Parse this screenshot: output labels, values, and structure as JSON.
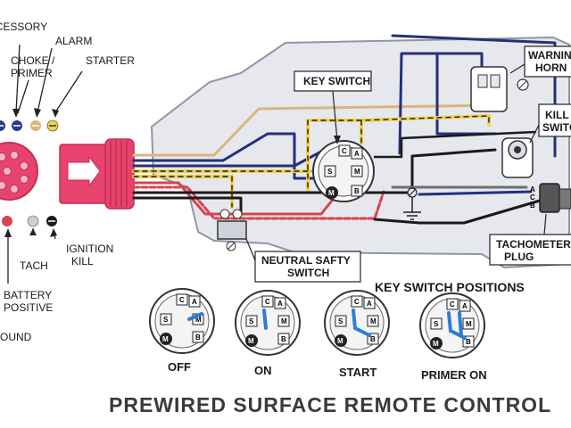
{
  "title": "PREWIRED SURFACE REMOTE CONTROL",
  "harness_labels": {
    "accessory": "ACCESSORY",
    "alarm": "ALARM",
    "choke_primer_1": "CHOKE /",
    "choke_primer_2": "PRIMER",
    "starter": "STARTER",
    "ignition_kill_1": "IGNITION",
    "ignition_kill_2": "KILL",
    "tach": "TACH",
    "battery_positive_1": "BATTERY",
    "battery_positive_2": "POSITIVE",
    "ground": "GROUND"
  },
  "component_labels": {
    "key_switch": "KEY SWITCH",
    "warning_horn_1": "WARNING",
    "warning_horn_2": "HORN",
    "kill_switch_1": "KILL",
    "kill_switch_2": "SWITCH",
    "neutral_safety_1": "NEUTRAL SAFTY",
    "neutral_safety_2": "SWITCH",
    "tachometer_plug_1": "TACHOMETER",
    "tachometer_plug_2": "PLUG",
    "plug_pins": [
      "A",
      "C",
      "B"
    ]
  },
  "key_switch_terminals": [
    "C",
    "A",
    "S",
    "M",
    "M",
    "B"
  ],
  "positions_heading": "KEY SWITCH POSITIONS",
  "positions": [
    {
      "label": "OFF"
    },
    {
      "label": "ON"
    },
    {
      "label": "START"
    },
    {
      "label": "PRIMER ON"
    }
  ],
  "colors": {
    "housing_fill": "#e6e8ee",
    "connector_red": "#e8436e",
    "wire_yellow": "#f2d24b",
    "wire_navy": "#23307a",
    "wire_red": "#d8434f",
    "wire_tan": "#d9b77a",
    "wire_black": "#1a1a1a",
    "wire_blue": "#2e7cd6"
  }
}
